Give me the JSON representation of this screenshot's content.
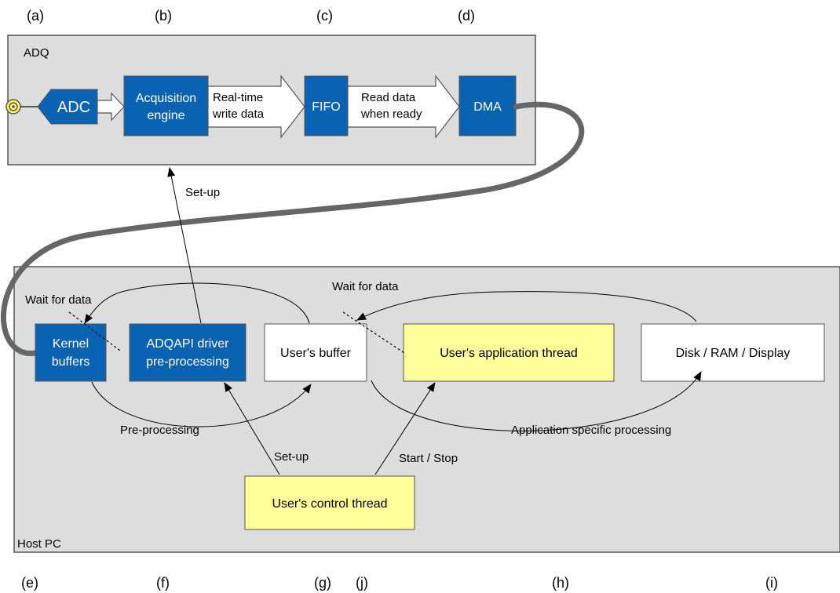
{
  "colors": {
    "panel_fill": "#dddddd",
    "panel_border": "#555555",
    "blue_box": "#0a63b2",
    "yellow_box": "#ffff99",
    "cable": "#666666"
  },
  "column_labels_top": [
    "(a)",
    "(b)",
    "(c)",
    "(d)"
  ],
  "column_labels_bottom": [
    "(e)",
    "(f)",
    "(g)",
    "(j)",
    "(h)",
    "(i)"
  ],
  "adq": {
    "title": "ADQ",
    "connector_icon": "coax-connector-icon",
    "adc_label": "ADC",
    "acq_line1": "Acquisition",
    "acq_line2": "engine",
    "realtime_line1": "Real-time",
    "realtime_line2": "write data",
    "fifo_label": "FIFO",
    "read_line1": "Read data",
    "read_line2": "when ready",
    "dma_label": "DMA"
  },
  "host": {
    "title": "Host PC",
    "kernel_line1": "Kernel",
    "kernel_line2": "buffers",
    "driver_line1": "ADQAPI driver",
    "driver_line2": "pre-processing",
    "user_buffer": "User's buffer",
    "app_thread": "User's application thread",
    "disk": "Disk / RAM / Display",
    "control_thread": "User's control thread"
  },
  "arrow_labels": {
    "setup_top": "Set-up",
    "wait1": "Wait for data",
    "wait2": "Wait for data",
    "preproc": "Pre-processing",
    "setup_bottom": "Set-up",
    "start_stop": "Start / Stop",
    "app_proc": "Application specific processing"
  }
}
